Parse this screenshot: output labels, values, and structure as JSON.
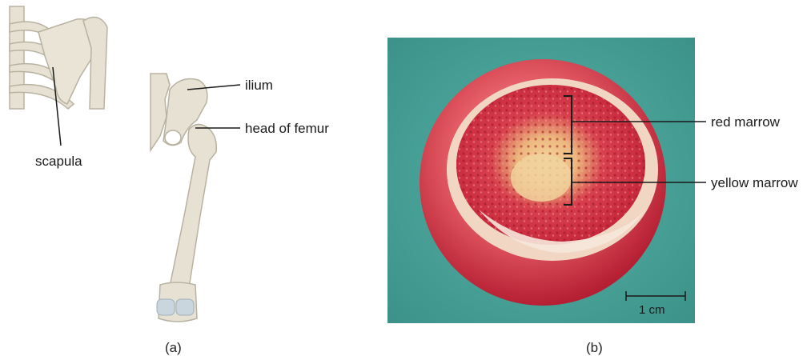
{
  "panel_a": {
    "caption": "(a)",
    "labels": {
      "scapula": "scapula",
      "ilium": "ilium",
      "head_of_femur": "head of femur"
    }
  },
  "panel_b": {
    "caption": "(b)",
    "labels": {
      "red_marrow": "red marrow",
      "yellow_marrow": "yellow marrow"
    },
    "scale_bar": "1 cm"
  },
  "colors": {
    "bone": "#e6e1d2",
    "bone_outline": "#b8b2a1",
    "cartilage": "#c9d6de",
    "photo_background": "#4aa39a",
    "red_marrow": "#cf2c3e",
    "yellow_marrow": "#eec98a"
  }
}
